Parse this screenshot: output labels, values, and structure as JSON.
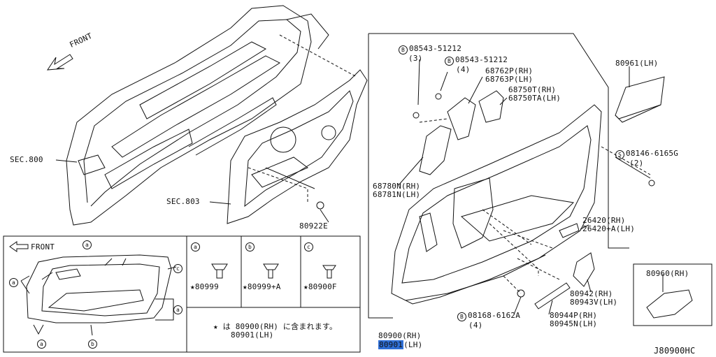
{
  "diagram": {
    "front_label": "FRONT",
    "sec800": "SEC.800",
    "sec803": "SEC.803",
    "p80922e": "80922E",
    "b1": {
      "symbol": "B",
      "code": "08543-51212",
      "qty": "(3)"
    },
    "b2": {
      "symbol": "B",
      "code": "08543-51212",
      "qty": "(4)"
    },
    "p68762": "68762P(RH)",
    "p68763": "68763P(LH)",
    "p68750t": "68750T(RH)",
    "p68750ta": "68750TA(LH)",
    "p80961": "80961(LH)",
    "s1": {
      "symbol": "S",
      "code": "08146-6165G",
      "qty": "(2)"
    },
    "p68780": "68780N(RH)",
    "p68781": "68781N(LH)",
    "p26420": "26420(RH)",
    "p26420a": "26420+A(LH)",
    "p80942": "80942(RH)",
    "p80943": "80943V(LH)",
    "p80944": "80944P(RH)",
    "p80945": "80945N(LH)",
    "b3": {
      "symbol": "B",
      "code": "08168-6162A",
      "qty": "(4)"
    },
    "p80900_rh": "80900(RH)",
    "p80901": "80901",
    "p80901_lh": "(LH)",
    "p80960": "80960(RH)",
    "ref_code": "J80900HC",
    "inset": {
      "front_label": "FRONT",
      "marker_a": "a",
      "marker_b": "b",
      "marker_c": "c"
    },
    "clips": [
      {
        "marker": "a",
        "part": "★80999"
      },
      {
        "marker": "b",
        "part": "★80999+A"
      },
      {
        "marker": "c",
        "part": "★80900F"
      }
    ],
    "note": {
      "star": "★",
      "is": "は",
      "rh": "80900(RH)",
      "lh": "80901(LH)",
      "included": "に含まれます。"
    }
  }
}
